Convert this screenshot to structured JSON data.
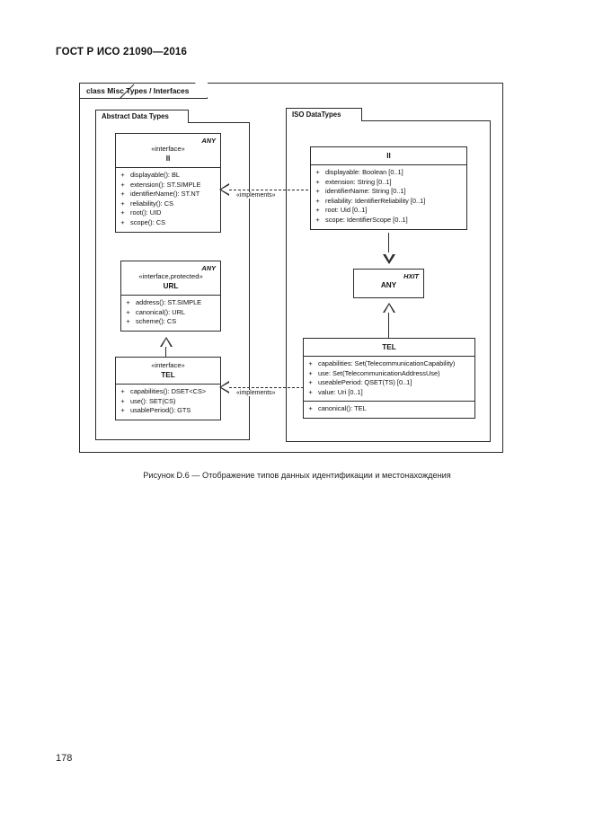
{
  "document": {
    "header": "ГОСТ Р ИСО 21090—2016",
    "page_number": "178",
    "figure_caption": "Рисунок D.6 — Отображение типов данных идентификации и местонахождения"
  },
  "diagram": {
    "frame_label": "class Misc Types / Interfaces",
    "packages": [
      {
        "id": "abstract",
        "label": "Abstract Data Types"
      },
      {
        "id": "iso",
        "label": "ISO DataTypes"
      }
    ],
    "classes": {
      "abstract_ii": {
        "corner_tag": "ANY",
        "stereotype": "«interface»",
        "name": "II",
        "members": [
          {
            "vis": "+",
            "text": "displayable(): BL"
          },
          {
            "vis": "+",
            "text": "extension(): ST.SIMPLE"
          },
          {
            "vis": "+",
            "text": "identifierName(): ST.NT"
          },
          {
            "vis": "+",
            "text": "reliability(): CS"
          },
          {
            "vis": "+",
            "text": "root(): UID"
          },
          {
            "vis": "+",
            "text": "scope(): CS"
          }
        ]
      },
      "abstract_url": {
        "corner_tag": "ANY",
        "stereotype": "«interface,protected»",
        "name": "URL",
        "members": [
          {
            "vis": "+",
            "text": "address(): ST.SIMPLE"
          },
          {
            "vis": "+",
            "text": "canonical(): URL"
          },
          {
            "vis": "+",
            "text": "scheme(): CS"
          }
        ]
      },
      "abstract_tel": {
        "corner_tag": "",
        "stereotype": "«interface»",
        "name": "TEL",
        "members": [
          {
            "vis": "+",
            "text": "capabilities(): DSET<CS>"
          },
          {
            "vis": "+",
            "text": "use(): SET(CS)"
          },
          {
            "vis": "+",
            "text": "usablePeriod(): GTS"
          }
        ]
      },
      "iso_ii": {
        "corner_tag": "",
        "stereotype": "",
        "name": "II",
        "members": [
          {
            "vis": "+",
            "text": "displayable: Boolean [0..1]"
          },
          {
            "vis": "+",
            "text": "extension: String [0..1]"
          },
          {
            "vis": "+",
            "text": "identifierName: String [0..1]"
          },
          {
            "vis": "+",
            "text": "reliability: IdentifierReliability [0..1]"
          },
          {
            "vis": "+",
            "text": "root: Uid [0..1]"
          },
          {
            "vis": "+",
            "text": "scope: IdentifierScope [0..1]"
          }
        ]
      },
      "iso_any": {
        "corner_tag": "HXIT",
        "stereotype": "",
        "name": "ANY",
        "members": []
      },
      "iso_tel": {
        "corner_tag": "",
        "stereotype": "",
        "name": "TEL",
        "members": [
          {
            "vis": "+",
            "text": "capabilities: Set(TelecommunicationCapability)"
          },
          {
            "vis": "+",
            "text": "use: Set(TelecommunicationAddressUse)"
          },
          {
            "vis": "+",
            "text": "useablePeriod: QSET(TS) [0..1]"
          },
          {
            "vis": "+",
            "text": "value: Uri [0..1]"
          }
        ],
        "operations": [
          {
            "vis": "+",
            "text": "canonical(): TEL"
          }
        ]
      }
    },
    "relations": {
      "implements_ii": "«implements»",
      "implements_tel": "«implements»"
    }
  }
}
